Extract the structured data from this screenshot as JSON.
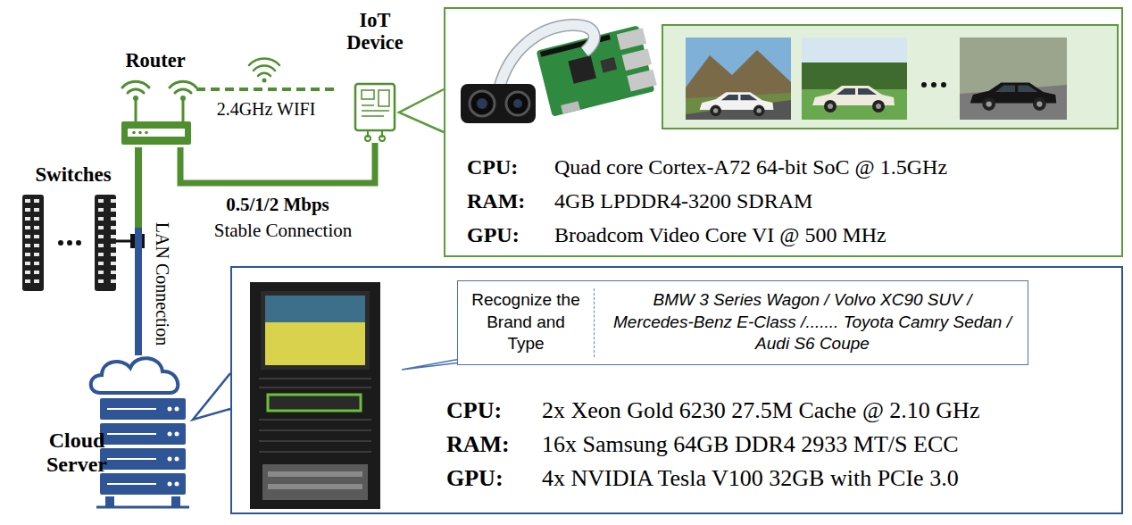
{
  "diagram": {
    "nodes": [
      {
        "text": [
          "Router"
        ]
      },
      {
        "text": [
          "IoT Device"
        ]
      },
      {
        "text": [
          "CPU:",
          "Quad core Cortex-A72 64-bit SoC @ 1.5GHz",
          "RAM:",
          "4GB LPDDR4-3200 SDRAM",
          "GPU:",
          "Broadcom Video Core VI @ 500 MHz"
        ]
      },
      {
        "text": [
          "Switches"
        ]
      },
      {
        "text": [
          "Cloud Server"
        ]
      },
      {
        "text": [
          "CPU:",
          "2x Xeon Gold 6230 27.5M Cache @ 2.10 GHz",
          "RAM:",
          "16x Samsung 64GB DDR4 2933 MT/S ECC",
          "GPU:",
          "4x NVIDIA Tesla V100 32GB with PCIe 3.0"
        ]
      },
      {
        "text": [
          "Recognize the Brand and Type",
          "BMW 3 Series Wagon / Volvo XC90 SUV / Mercedes-Benz E-Class /....... Toyota Camry Sedan / Audi S6 Coupe"
        ],
        "in": 5
      }
    ],
    "edges": [
      {
        "from": 0,
        "to": 1,
        "arrow": "none",
        "label": "2.4GHz WIFI"
      },
      {
        "from": 0,
        "to": 1,
        "arrow": "none",
        "label": "0.5/1/2 Mbps"
      },
      {
        "from": 0,
        "to": 4,
        "arrow": "none",
        "label": "LAN Connection"
      }
    ],
    "labels": [
      "Stable Connection"
    ]
  }
}
